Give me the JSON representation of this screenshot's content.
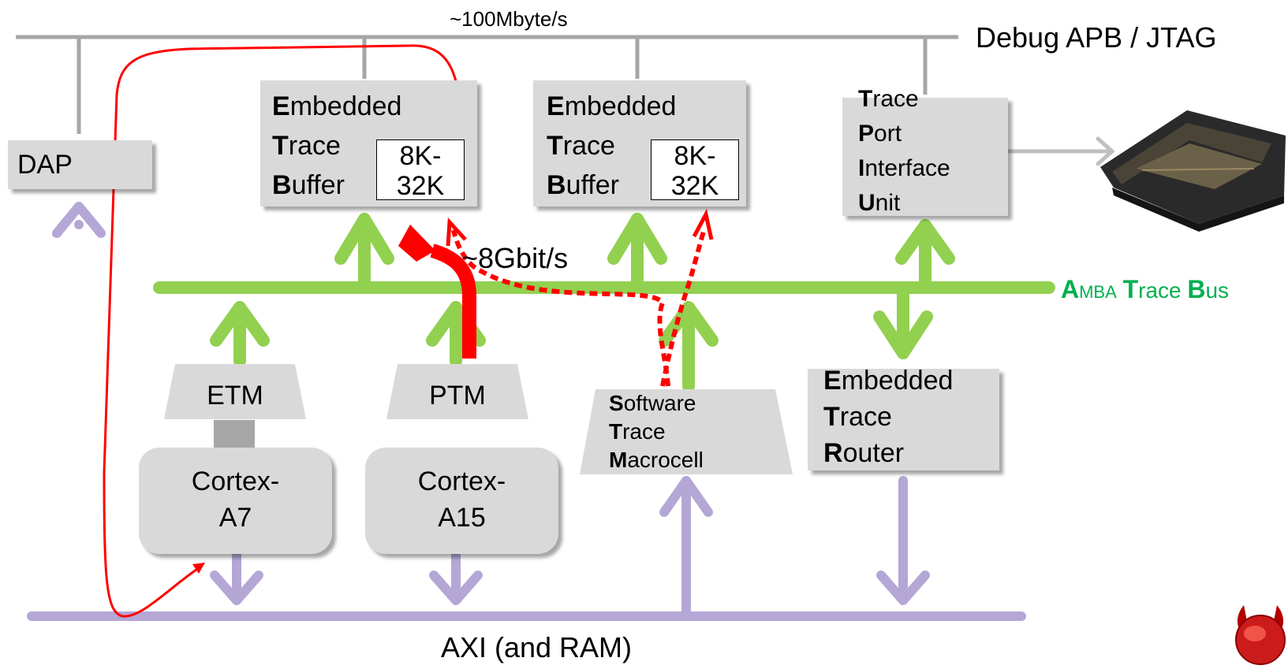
{
  "bus": {
    "debug_label": "Debug APB / JTAG",
    "debug_rate": "~100Mbyte/s",
    "trace_rate": "~8Gbit/s",
    "axi_label": "AXI (and RAM)",
    "atb": {
      "a": "A",
      "mba": "MBA",
      "t": "T",
      "race": "race",
      "b": "B",
      "us": "us"
    }
  },
  "blocks": {
    "dap": "DAP",
    "etb1": {
      "e": "E",
      "e_rest": "mbedded",
      "t": "T",
      "t_rest": "race",
      "b": "B",
      "b_rest": "uffer",
      "mem1": "8K-",
      "mem2": "32K"
    },
    "etb2": {
      "e": "E",
      "e_rest": "mbedded",
      "t": "T",
      "t_rest": "race",
      "b": "B",
      "b_rest": "uffer",
      "mem1": "8K-",
      "mem2": "32K"
    },
    "tpiu": {
      "t": "T",
      "t_rest": "race",
      "p": "P",
      "p_rest": "ort",
      "i": "I",
      "i_rest": "nterface",
      "u": "U",
      "u_rest": "nit"
    },
    "etm": "ETM",
    "ptm": "PTM",
    "a7_1": "Cortex-",
    "a7_2": "A7",
    "a15_1": "Cortex-",
    "a15_2": "A15",
    "stm": {
      "s": "S",
      "s_rest": "oftware",
      "t": "T",
      "t_rest": "race",
      "m": "M",
      "m_rest": "acrocell"
    },
    "etr": {
      "e": "E",
      "e_rest": "mbedded",
      "t": "T",
      "t_rest": "race",
      "r": "R",
      "r_rest": "outer"
    }
  },
  "colors": {
    "debug_bus": "#a6a6a6",
    "trace_bus": "#92d050",
    "axi_bus": "#b4a7d6",
    "highlight": "#ff0000",
    "atb_text": "#00b050"
  }
}
